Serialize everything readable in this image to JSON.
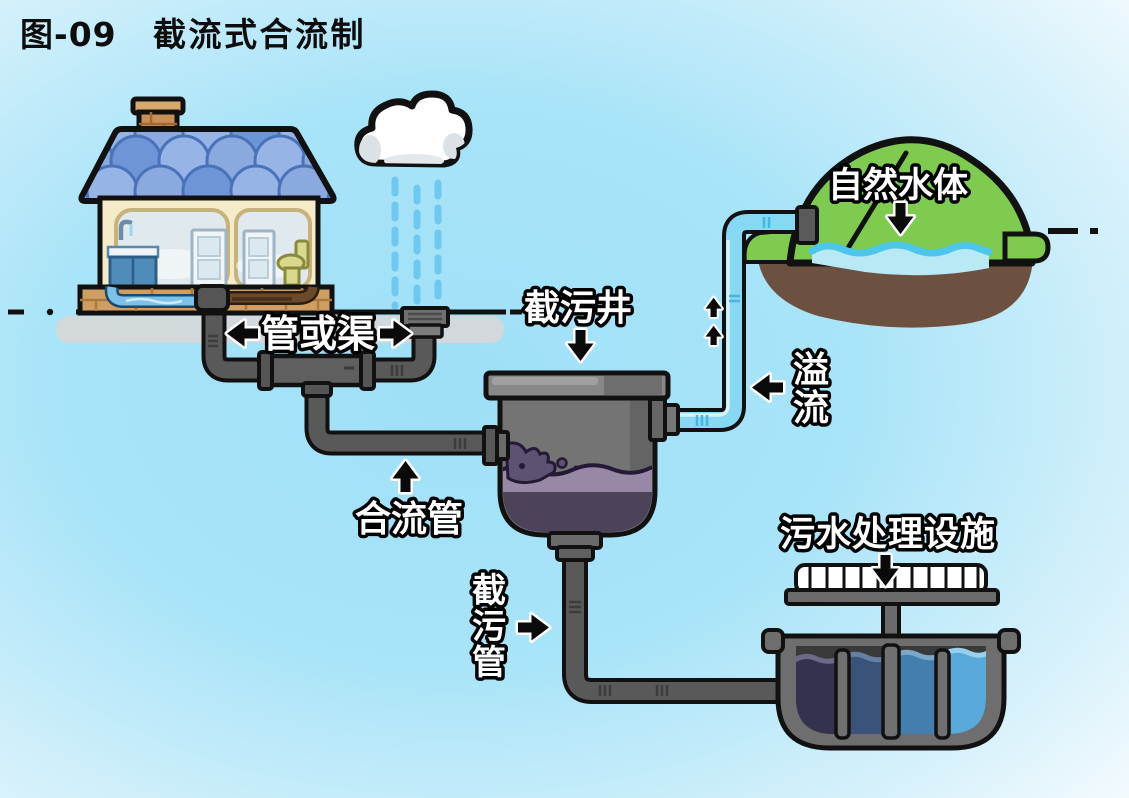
{
  "title": {
    "figure_no": "图-09",
    "name": "截流式合流制"
  },
  "labels": {
    "pipe_or_channel": "管或渠",
    "interception_well": "截污井",
    "combined_flow_pipe": "合流管",
    "interception_pipe": "截污管",
    "interception_pipe_chars": [
      "截",
      "污",
      "管"
    ],
    "overflow": "溢流",
    "overflow_chars": [
      "溢",
      "流"
    ],
    "natural_water_body": "自然水体",
    "sewage_treatment_facility": "污水处理设施"
  },
  "icons": {
    "pipe_or_channel_arrows": [
      "arrow-left-icon",
      "arrow-right-icon"
    ],
    "interception_well_arrow": "arrow-down-icon",
    "combined_flow_pipe_arrow": "arrow-up-icon",
    "interception_pipe_arrow": "arrow-right-icon",
    "overflow_arrow": "arrow-left-icon",
    "overflow_pipe_small_arrows": [
      "arrow-up-icon",
      "arrow-up-icon"
    ],
    "natural_water_body_arrow": "arrow-down-icon",
    "sewage_treatment_facility_arrow": "arrow-down-icon"
  },
  "colors": {
    "sky": "#a7e3f8",
    "pipe_dark": "#595959",
    "outline": "#111111",
    "overflow_pipe_blue": "#87d8f3",
    "sewage_dark": "#4c4358",
    "sewage_light": "#9789a6",
    "hill_green": "#7ecb50",
    "earth_brown": "#6d5140",
    "river_blue": "#bae9f6",
    "river_wave": "#4ec6ea",
    "roof_blue": "#8aa9de",
    "wall_cream": "#f6ebc9",
    "brick_tan": "#cf9e63",
    "rain_blue": "#6fc8ef",
    "treatment_waters": [
      "#34324f",
      "#3b537a",
      "#447eae",
      "#59a9db"
    ]
  }
}
